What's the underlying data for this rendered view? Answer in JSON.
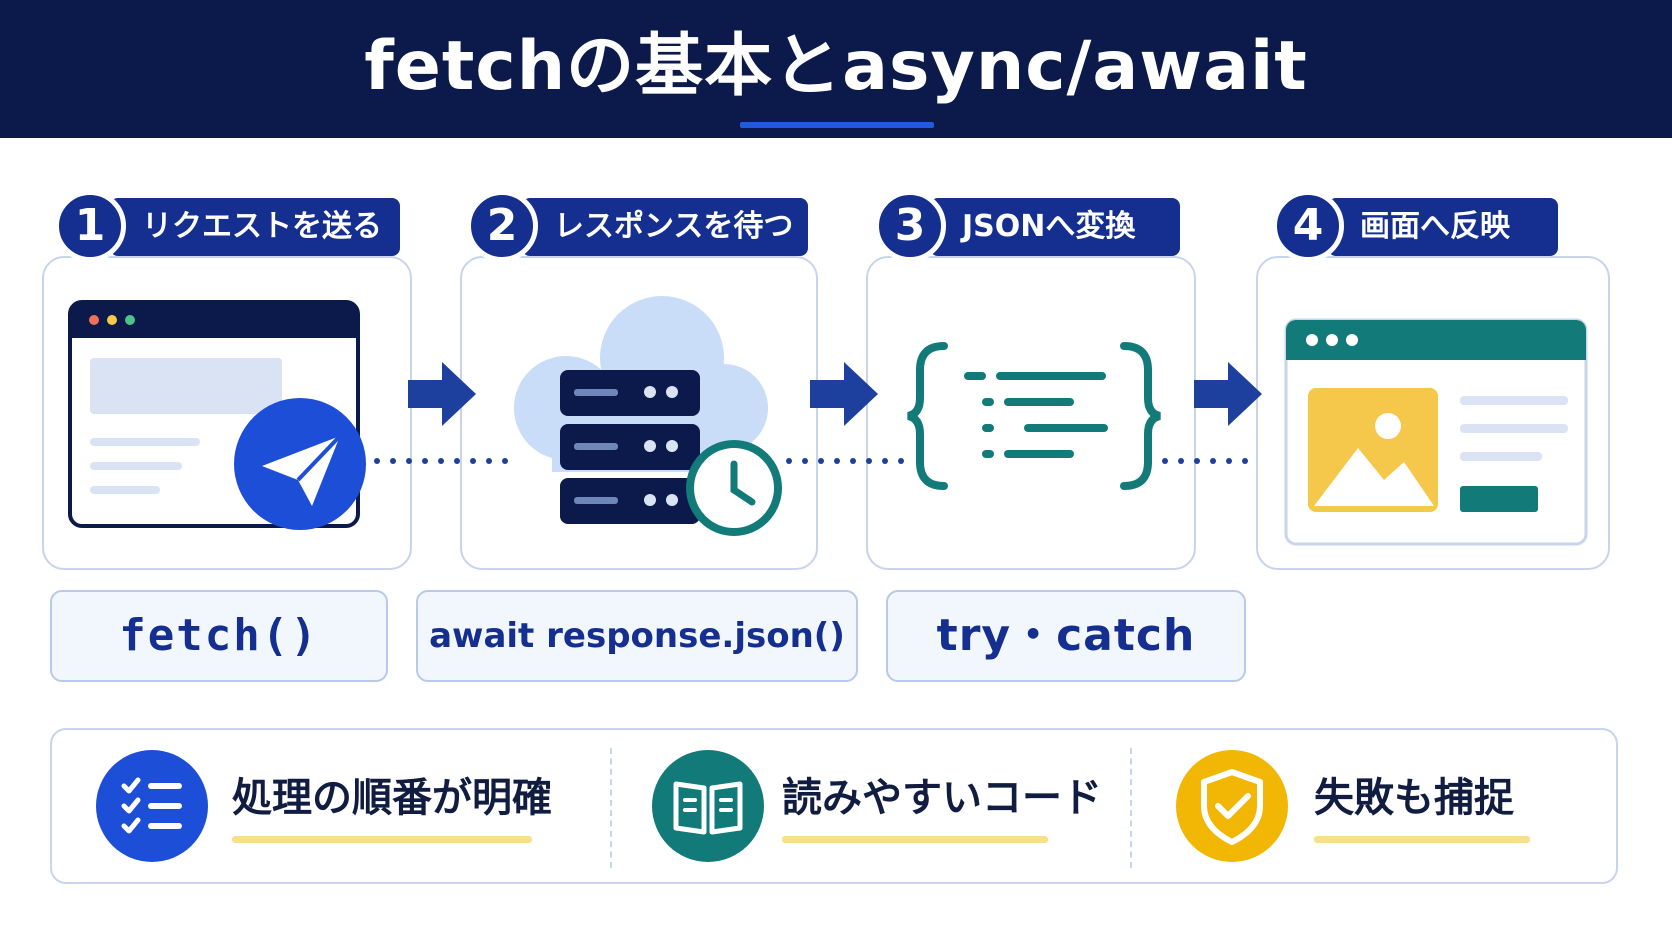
{
  "header": {
    "title": "fetchの基本とasync/await",
    "background_color": "#0b1a4a",
    "accent_color": "#1f5be0"
  },
  "steps": [
    {
      "number": "1",
      "label": "リクエストを送る",
      "code": "fetch()",
      "icon": "send-paper-plane-icon"
    },
    {
      "number": "2",
      "label": "レスポンスを待つ",
      "code": "await response.json()",
      "icon": "server-cloud-clock-icon"
    },
    {
      "number": "3",
      "label": "JSONへ変換",
      "code": "try・catch",
      "icon": "json-braces-icon"
    },
    {
      "number": "4",
      "label": "画面へ反映",
      "icon": "webpage-image-icon"
    }
  ],
  "features": [
    {
      "label": "処理の順番が明確",
      "icon": "checklist-icon",
      "color": "#1d4ed8"
    },
    {
      "label": "読みやすいコード",
      "icon": "open-book-icon",
      "color": "#127a78"
    },
    {
      "label": "失敗も捕捉",
      "icon": "shield-check-icon",
      "color": "#f2b705"
    }
  ],
  "colors": {
    "navy": "#142f8f",
    "teal": "#127a78",
    "yellow": "#f5c84c",
    "light_blue": "#c9dcf8"
  }
}
